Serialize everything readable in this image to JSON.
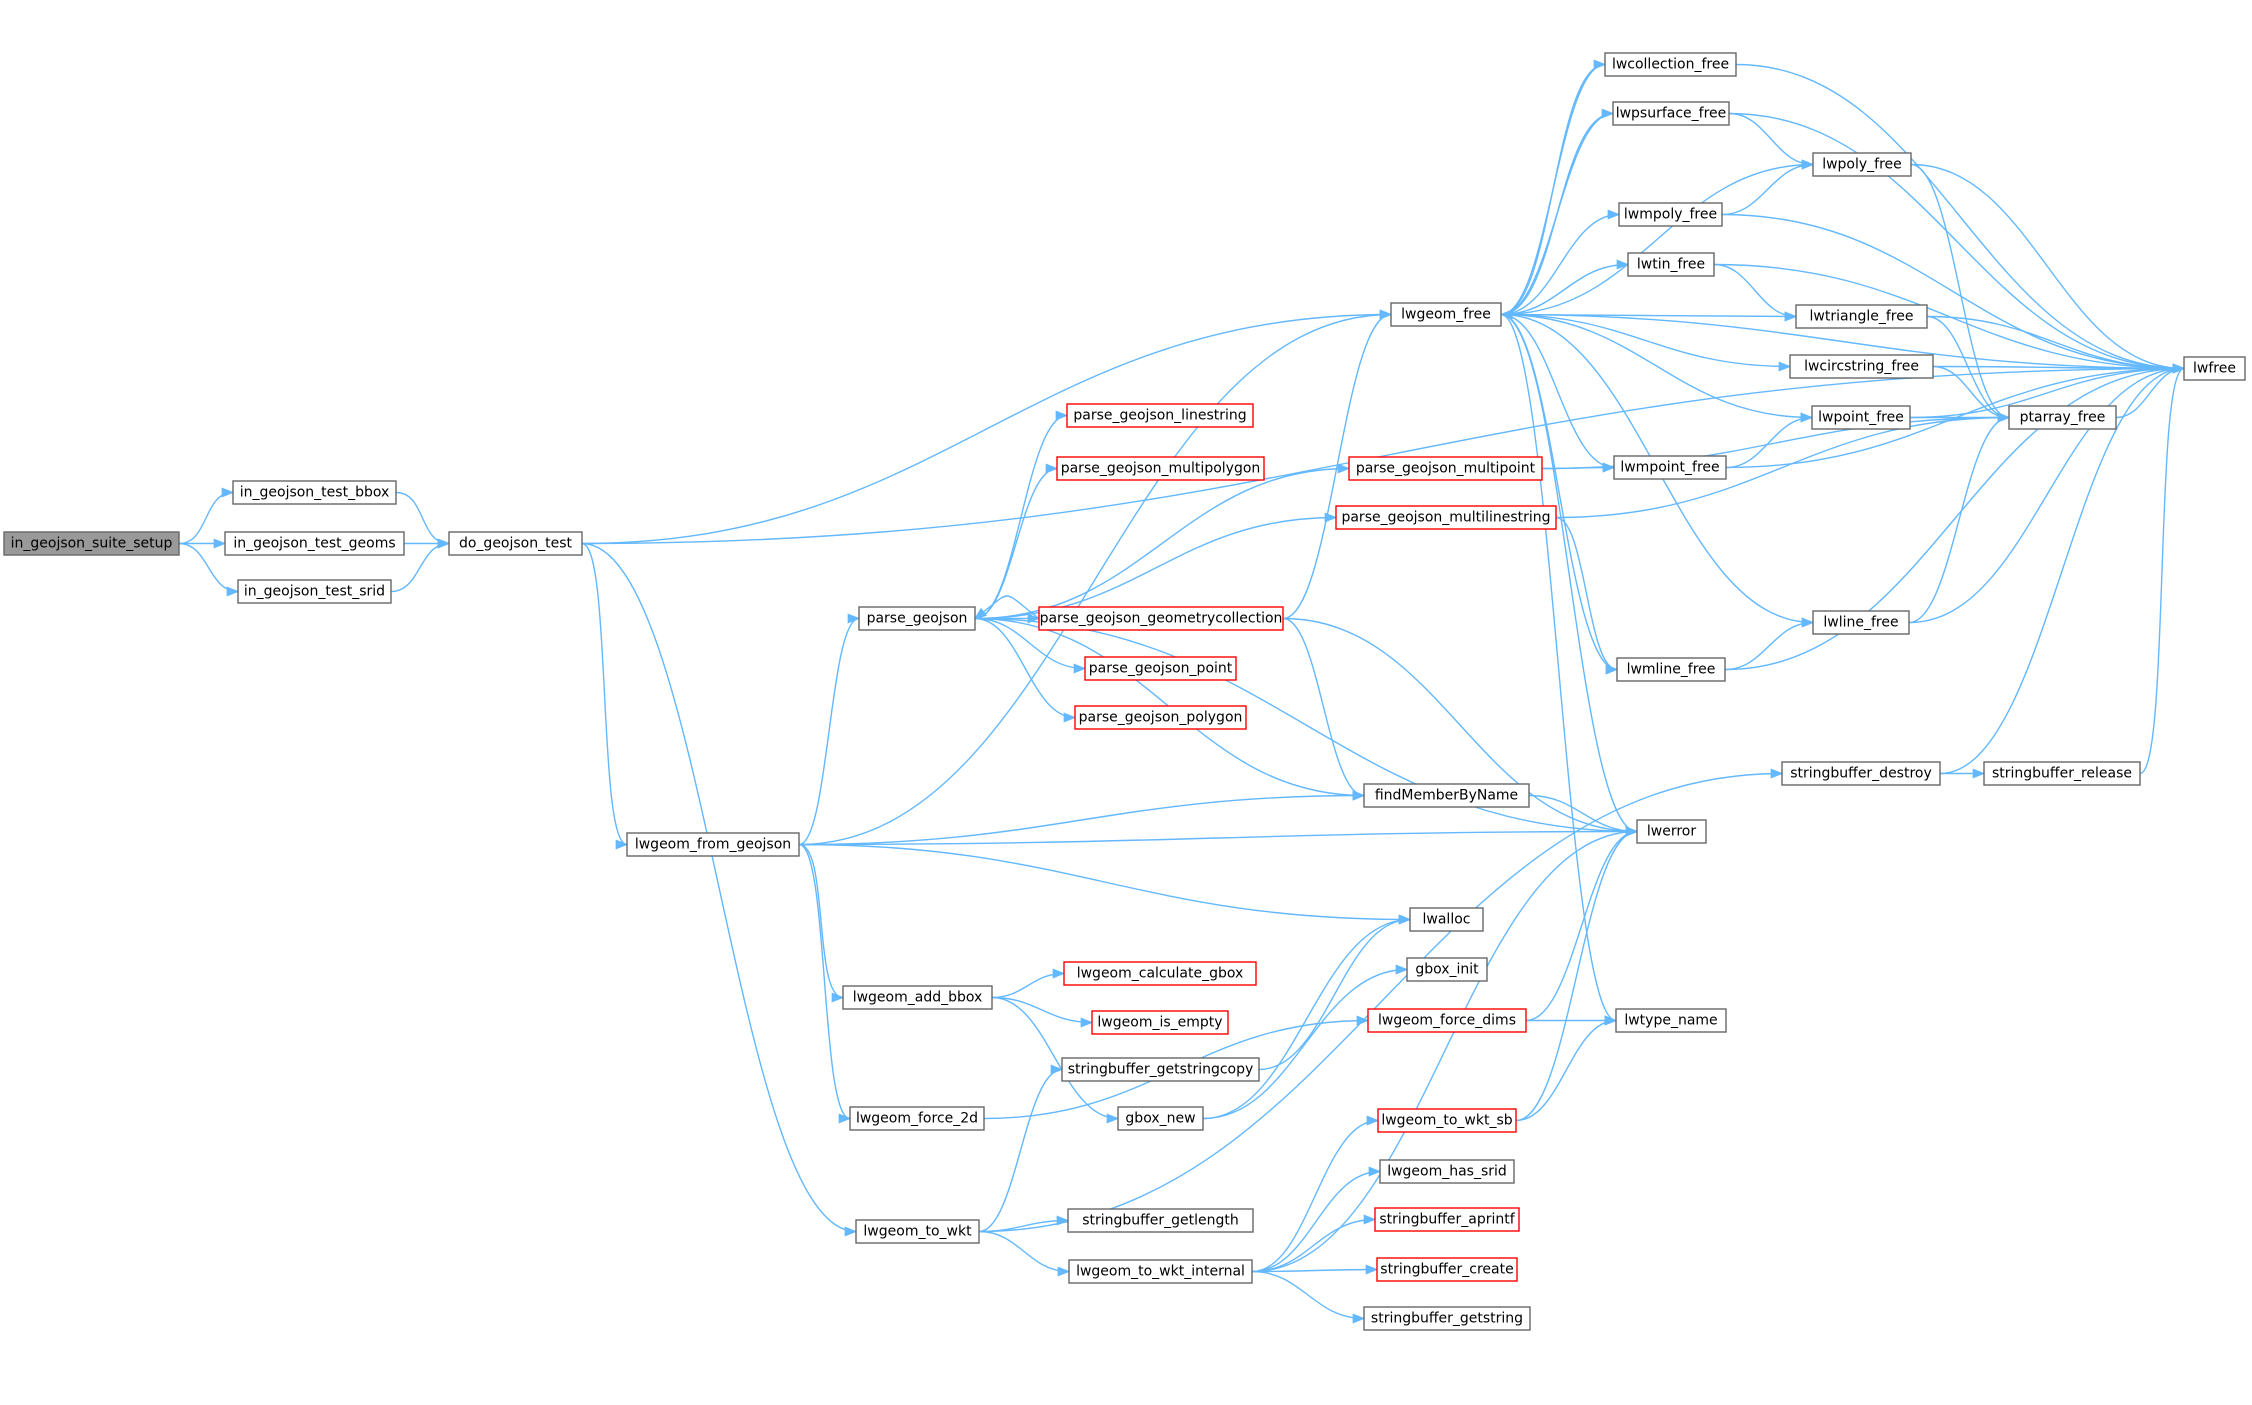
{
  "colors": {
    "edge": "#63b8ff",
    "root_fill": "#999999",
    "normal_border": "#666666",
    "truncated_border": "#ff0000",
    "fill": "#ffffff",
    "text": "#000000"
  },
  "nodes": [
    {
      "id": "n_root",
      "label": "in_geojson_suite_setup",
      "style": "root"
    },
    {
      "id": "n_test_bbox",
      "label": "in_geojson_test_bbox",
      "style": "normal"
    },
    {
      "id": "n_test_geoms",
      "label": "in_geojson_test_geoms",
      "style": "normal"
    },
    {
      "id": "n_test_srid",
      "label": "in_geojson_test_srid",
      "style": "normal"
    },
    {
      "id": "n_do_test",
      "label": "do_geojson_test",
      "style": "normal"
    },
    {
      "id": "n_from_geojson",
      "label": "lwgeom_from_geojson",
      "style": "normal"
    },
    {
      "id": "n_parse_geojson",
      "label": "parse_geojson",
      "style": "normal"
    },
    {
      "id": "n_add_bbox",
      "label": "lwgeom_add_bbox",
      "style": "normal"
    },
    {
      "id": "n_force_2d",
      "label": "lwgeom_force_2d",
      "style": "normal"
    },
    {
      "id": "n_to_wkt",
      "label": "lwgeom_to_wkt",
      "style": "normal"
    },
    {
      "id": "n_p_linestring",
      "label": "parse_geojson_linestring",
      "style": "truncated"
    },
    {
      "id": "n_p_multipolygon",
      "label": "parse_geojson_multipolygon",
      "style": "truncated"
    },
    {
      "id": "n_p_geomcoll",
      "label": "parse_geojson_geometrycollection",
      "style": "truncated"
    },
    {
      "id": "n_p_point",
      "label": "parse_geojson_point",
      "style": "truncated"
    },
    {
      "id": "n_p_polygon",
      "label": "parse_geojson_polygon",
      "style": "truncated"
    },
    {
      "id": "n_calc_gbox",
      "label": "lwgeom_calculate_gbox",
      "style": "truncated"
    },
    {
      "id": "n_is_empty",
      "label": "lwgeom_is_empty",
      "style": "truncated"
    },
    {
      "id": "n_sb_getstringcopy",
      "label": "stringbuffer_getstringcopy",
      "style": "normal"
    },
    {
      "id": "n_gbox_new",
      "label": "gbox_new",
      "style": "normal"
    },
    {
      "id": "n_sb_getlength",
      "label": "stringbuffer_getlength",
      "style": "normal"
    },
    {
      "id": "n_to_wkt_internal",
      "label": "lwgeom_to_wkt_internal",
      "style": "normal"
    },
    {
      "id": "n_lwgeom_free",
      "label": "lwgeom_free",
      "style": "normal"
    },
    {
      "id": "n_p_multipoint",
      "label": "parse_geojson_multipoint",
      "style": "truncated"
    },
    {
      "id": "n_p_multilinestring",
      "label": "parse_geojson_multilinestring",
      "style": "truncated"
    },
    {
      "id": "n_findMember",
      "label": "findMemberByName",
      "style": "normal"
    },
    {
      "id": "n_lwalloc",
      "label": "lwalloc",
      "style": "normal"
    },
    {
      "id": "n_gbox_init",
      "label": "gbox_init",
      "style": "normal"
    },
    {
      "id": "n_force_dims",
      "label": "lwgeom_force_dims",
      "style": "truncated"
    },
    {
      "id": "n_to_wkt_sb",
      "label": "lwgeom_to_wkt_sb",
      "style": "truncated"
    },
    {
      "id": "n_has_srid",
      "label": "lwgeom_has_srid",
      "style": "normal"
    },
    {
      "id": "n_sb_aprintf",
      "label": "stringbuffer_aprintf",
      "style": "truncated"
    },
    {
      "id": "n_sb_create",
      "label": "stringbuffer_create",
      "style": "truncated"
    },
    {
      "id": "n_sb_getstring",
      "label": "stringbuffer_getstring",
      "style": "normal"
    },
    {
      "id": "n_lwcollection_free",
      "label": "lwcollection_free",
      "style": "normal"
    },
    {
      "id": "n_lwpsurface_free",
      "label": "lwpsurface_free",
      "style": "normal"
    },
    {
      "id": "n_lwmpoly_free",
      "label": "lwmpoly_free",
      "style": "normal"
    },
    {
      "id": "n_lwtin_free",
      "label": "lwtin_free",
      "style": "normal"
    },
    {
      "id": "n_lwmpoint_free",
      "label": "lwmpoint_free",
      "style": "normal"
    },
    {
      "id": "n_lwmline_free",
      "label": "lwmline_free",
      "style": "normal"
    },
    {
      "id": "n_lwerror",
      "label": "lwerror",
      "style": "normal"
    },
    {
      "id": "n_lwtype_name",
      "label": "lwtype_name",
      "style": "normal"
    },
    {
      "id": "n_lwpoly_free",
      "label": "lwpoly_free",
      "style": "normal"
    },
    {
      "id": "n_lwtriangle_free",
      "label": "lwtriangle_free",
      "style": "normal"
    },
    {
      "id": "n_lwcircstring_free",
      "label": "lwcircstring_free",
      "style": "normal"
    },
    {
      "id": "n_lwpoint_free",
      "label": "lwpoint_free",
      "style": "normal"
    },
    {
      "id": "n_lwline_free",
      "label": "lwline_free",
      "style": "normal"
    },
    {
      "id": "n_sb_destroy",
      "label": "stringbuffer_destroy",
      "style": "normal"
    },
    {
      "id": "n_ptarray_free",
      "label": "ptarray_free",
      "style": "normal"
    },
    {
      "id": "n_sb_release",
      "label": "stringbuffer_release",
      "style": "normal"
    },
    {
      "id": "n_lwfree",
      "label": "lwfree",
      "style": "normal"
    }
  ],
  "edges": [
    [
      "n_root",
      "n_test_bbox"
    ],
    [
      "n_root",
      "n_test_geoms"
    ],
    [
      "n_root",
      "n_test_srid"
    ],
    [
      "n_test_bbox",
      "n_do_test"
    ],
    [
      "n_test_geoms",
      "n_do_test"
    ],
    [
      "n_test_srid",
      "n_do_test"
    ],
    [
      "n_do_test",
      "n_lwfree"
    ],
    [
      "n_do_test",
      "n_lwgeom_free"
    ],
    [
      "n_do_test",
      "n_from_geojson"
    ],
    [
      "n_do_test",
      "n_to_wkt"
    ],
    [
      "n_from_geojson",
      "n_lwgeom_free"
    ],
    [
      "n_from_geojson",
      "n_parse_geojson"
    ],
    [
      "n_from_geojson",
      "n_findMember"
    ],
    [
      "n_from_geojson",
      "n_lwerror"
    ],
    [
      "n_from_geojson",
      "n_lwalloc"
    ],
    [
      "n_from_geojson",
      "n_add_bbox"
    ],
    [
      "n_from_geojson",
      "n_force_2d"
    ],
    [
      "n_parse_geojson",
      "n_p_multipoint"
    ],
    [
      "n_parse_geojson",
      "n_p_linestring"
    ],
    [
      "n_parse_geojson",
      "n_p_multipolygon"
    ],
    [
      "n_parse_geojson",
      "n_p_multilinestring"
    ],
    [
      "n_parse_geojson",
      "n_p_geomcoll"
    ],
    [
      "n_parse_geojson",
      "n_p_point"
    ],
    [
      "n_parse_geojson",
      "n_p_polygon"
    ],
    [
      "n_parse_geojson",
      "n_findMember"
    ],
    [
      "n_parse_geojson",
      "n_lwerror"
    ],
    [
      "n_p_geomcoll",
      "n_parse_geojson"
    ],
    [
      "n_p_geomcoll",
      "n_lwgeom_free"
    ],
    [
      "n_p_geomcoll",
      "n_findMember"
    ],
    [
      "n_p_geomcoll",
      "n_lwerror"
    ],
    [
      "n_p_multipoint",
      "n_lwmpoint_free"
    ],
    [
      "n_p_multipoint",
      "n_ptarray_free"
    ],
    [
      "n_p_multilinestring",
      "n_ptarray_free"
    ],
    [
      "n_p_multilinestring",
      "n_lwmline_free"
    ],
    [
      "n_findMember",
      "n_lwerror"
    ],
    [
      "n_add_bbox",
      "n_calc_gbox"
    ],
    [
      "n_add_bbox",
      "n_is_empty"
    ],
    [
      "n_add_bbox",
      "n_gbox_new"
    ],
    [
      "n_force_2d",
      "n_force_dims"
    ],
    [
      "n_gbox_new",
      "n_lwalloc"
    ],
    [
      "n_gbox_new",
      "n_gbox_init"
    ],
    [
      "n_sb_getstringcopy",
      "n_lwalloc"
    ],
    [
      "n_to_wkt",
      "n_sb_getstringcopy"
    ],
    [
      "n_to_wkt",
      "n_sb_getlength"
    ],
    [
      "n_to_wkt",
      "n_to_wkt_internal"
    ],
    [
      "n_to_wkt",
      "n_sb_destroy"
    ],
    [
      "n_to_wkt_internal",
      "n_lwerror"
    ],
    [
      "n_to_wkt_internal",
      "n_to_wkt_sb"
    ],
    [
      "n_to_wkt_internal",
      "n_has_srid"
    ],
    [
      "n_to_wkt_internal",
      "n_sb_aprintf"
    ],
    [
      "n_to_wkt_internal",
      "n_sb_create"
    ],
    [
      "n_to_wkt_internal",
      "n_sb_getstring"
    ],
    [
      "n_force_dims",
      "n_lwerror"
    ],
    [
      "n_force_dims",
      "n_lwtype_name"
    ],
    [
      "n_to_wkt_sb",
      "n_lwerror"
    ],
    [
      "n_to_wkt_sb",
      "n_lwtype_name"
    ],
    [
      "n_lwgeom_free",
      "n_lwcollection_free"
    ],
    [
      "n_lwgeom_free",
      "n_lwpsurface_free"
    ],
    [
      "n_lwgeom_free",
      "n_lwpoly_free"
    ],
    [
      "n_lwgeom_free",
      "n_lwmpoly_free"
    ],
    [
      "n_lwgeom_free",
      "n_lwtin_free"
    ],
    [
      "n_lwgeom_free",
      "n_lwtriangle_free"
    ],
    [
      "n_lwgeom_free",
      "n_lwcircstring_free"
    ],
    [
      "n_lwgeom_free",
      "n_lwpoint_free"
    ],
    [
      "n_lwgeom_free",
      "n_lwmpoint_free"
    ],
    [
      "n_lwgeom_free",
      "n_lwline_free"
    ],
    [
      "n_lwgeom_free",
      "n_lwmline_free"
    ],
    [
      "n_lwgeom_free",
      "n_lwerror"
    ],
    [
      "n_lwgeom_free",
      "n_lwtype_name"
    ],
    [
      "n_lwgeom_free",
      "n_lwfree"
    ],
    [
      "n_lwcollection_free",
      "n_lwgeom_free"
    ],
    [
      "n_lwcollection_free",
      "n_lwfree"
    ],
    [
      "n_lwpsurface_free",
      "n_lwgeom_free"
    ],
    [
      "n_lwpsurface_free",
      "n_lwpoly_free"
    ],
    [
      "n_lwpsurface_free",
      "n_lwfree"
    ],
    [
      "n_lwmpoly_free",
      "n_lwpoly_free"
    ],
    [
      "n_lwmpoly_free",
      "n_lwfree"
    ],
    [
      "n_lwtin_free",
      "n_lwtriangle_free"
    ],
    [
      "n_lwtin_free",
      "n_lwfree"
    ],
    [
      "n_lwmpoint_free",
      "n_lwpoint_free"
    ],
    [
      "n_lwmpoint_free",
      "n_lwfree"
    ],
    [
      "n_lwmline_free",
      "n_lwline_free"
    ],
    [
      "n_lwmline_free",
      "n_lwfree"
    ],
    [
      "n_lwpoly_free",
      "n_ptarray_free"
    ],
    [
      "n_lwpoly_free",
      "n_lwfree"
    ],
    [
      "n_lwtriangle_free",
      "n_ptarray_free"
    ],
    [
      "n_lwtriangle_free",
      "n_lwfree"
    ],
    [
      "n_lwcircstring_free",
      "n_ptarray_free"
    ],
    [
      "n_lwcircstring_free",
      "n_lwfree"
    ],
    [
      "n_lwpoint_free",
      "n_ptarray_free"
    ],
    [
      "n_lwpoint_free",
      "n_lwfree"
    ],
    [
      "n_lwline_free",
      "n_ptarray_free"
    ],
    [
      "n_lwline_free",
      "n_lwfree"
    ],
    [
      "n_ptarray_free",
      "n_lwfree"
    ],
    [
      "n_sb_destroy",
      "n_sb_release"
    ],
    [
      "n_sb_destroy",
      "n_lwfree"
    ],
    [
      "n_sb_release",
      "n_lwfree"
    ]
  ]
}
